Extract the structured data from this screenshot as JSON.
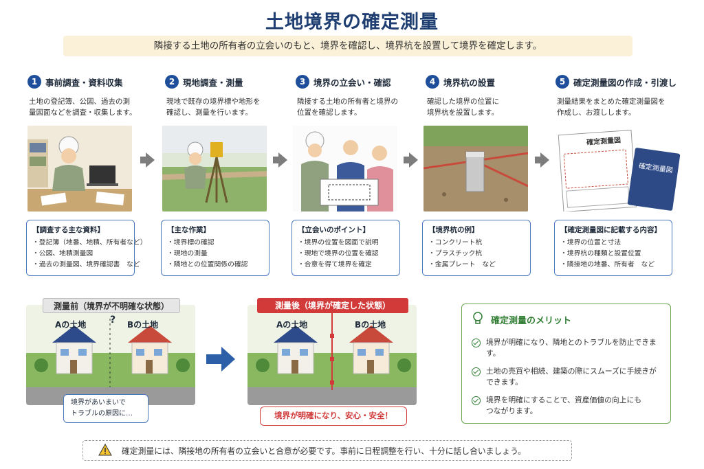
{
  "title": "土地境界の確定測量",
  "subtitle": "隣接する土地の所有者の立会いのもと、境界を確認し、境界杭を設置して境界を確定します。",
  "steps": [
    {
      "num": "1",
      "title": "事前調査・資料収集",
      "desc": [
        "土地の登記簿、公図、過去の測",
        "量図面などを調査・収集します。"
      ],
      "box_title": "【調査する主な資料】",
      "items": [
        "・登記簿（地番、地積、所有者など）",
        "・公図、地積測量図",
        "・過去の測量図、境界確認書　など"
      ]
    },
    {
      "num": "2",
      "title": "現地調査・測量",
      "desc": [
        "現地で既存の境界標や地形を",
        "確認し、測量を行います。"
      ],
      "box_title": "【主な作業】",
      "items": [
        "・境界標の確認",
        "・現地の測量",
        "・隣地との位置関係の確認"
      ]
    },
    {
      "num": "3",
      "title": "境界の立会い・確認",
      "desc": [
        "隣接する土地の所有者と境界の",
        "位置を確認します。"
      ],
      "box_title": "【立会いのポイント】",
      "items": [
        "・境界の位置を図面で説明",
        "・現地で境界の位置を確認",
        "・合意を得て境界を確定"
      ]
    },
    {
      "num": "4",
      "title": "境界杭の設置",
      "desc": [
        "確認した境界の位置に",
        "境界杭を設置します。"
      ],
      "box_title": "【境界杭の例】",
      "items": [
        "・コンクリート杭",
        "・プラスチック杭",
        "・金属プレート　など"
      ]
    },
    {
      "num": "5",
      "title": "確定測量図の作成・引渡し",
      "desc": [
        "測量結果をまとめた確定測量図を",
        "作成し、お渡しします。"
      ],
      "box_title": "【確定測量図に記載する内容】",
      "items": [
        "・境界の位置と寸法",
        "・境界杭の種類と設置位置",
        "・隣接地の地番、所有者　など"
      ]
    }
  ],
  "doc_label": "確定測量図",
  "book_label": "確定測量図",
  "before": {
    "tag": "測量前（境界が不明確な状態）",
    "land_a": "Aの土地",
    "land_b": "Bの土地",
    "question": "?",
    "bubble": [
      "境界があいまいで",
      "トラブルの原因に…"
    ]
  },
  "after": {
    "tag": "測量後（境界が確定した状態）",
    "land_a": "Aの土地",
    "land_b": "Bの土地",
    "bubble": "境界が明確になり、安心・安全！"
  },
  "merit": {
    "title": "確定測量のメリット",
    "items": [
      [
        "境界が明確になり、隣地とのトラブルを防止できます。"
      ],
      [
        "土地の売買や相続、建築の際にスムーズに手続きが",
        "できます。"
      ],
      [
        "境界を明確にすることで、資産価値の向上にも",
        "つながります。"
      ]
    ]
  },
  "notice": "確定測量には、隣接地の所有者の立会いと合意が必要です。事前に日程調整を行い、十分に話し合いましょう。",
  "colors": {
    "navy": "#1f4f9a",
    "red": "#d23a3a",
    "green": "#2f7d32",
    "box_border": "#4a78bd"
  }
}
